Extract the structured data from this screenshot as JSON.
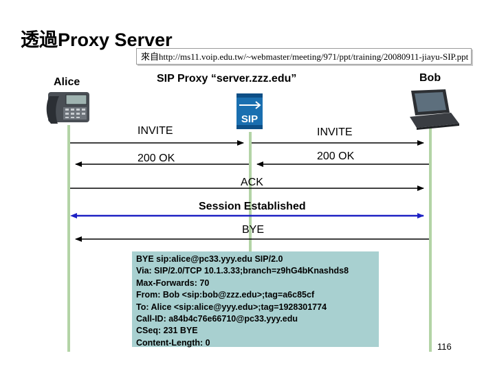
{
  "title": "透過Proxy Server",
  "source": "來自http://ms11.voip.edu.tw/~webmaster/meeting/971/ppt/training/20080911-jiayu-SIP.ppt",
  "participants": {
    "alice": "Alice",
    "proxy": "SIP Proxy “server.zzz.edu”",
    "bob": "Bob",
    "proxy_logo": "SIP"
  },
  "messages": {
    "invite_left": "INVITE",
    "invite_right": "INVITE",
    "ok_left": "200 OK",
    "ok_right": "200 OK",
    "ack": "ACK",
    "session": "Session Established",
    "bye": "BYE"
  },
  "bye_message": {
    "lines": [
      "BYE sip:alice@pc33.yyy.edu SIP/2.0",
      "Via: SIP/2.0/TCP 10.1.3.33;branch=z9hG4bKnashds8",
      "Max-Forwards: 70",
      "From: Bob <sip:bob@zzz.edu>;tag=a6c85cf",
      "To: Alice <sip:alice@yyy.edu>;tag=1928301774",
      "Call-ID: a84b4c76e66710@pc33.yyy.edu",
      "CSeq: 231 BYE",
      "Content-Length: 0"
    ]
  },
  "page_number": "116",
  "colors": {
    "bye_box": "#a8d0d0",
    "session_line": "#1d21c4",
    "lifeline": "#b3d4a6",
    "arrow": "#000000"
  },
  "icons": [
    "phone-icon",
    "server-icon",
    "laptop-icon"
  ]
}
